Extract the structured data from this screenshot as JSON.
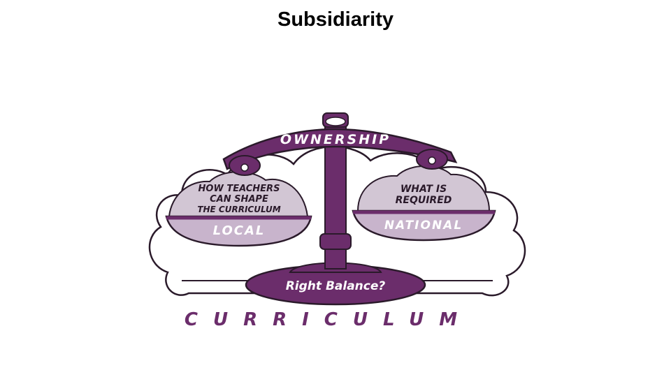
{
  "slide": {
    "title": "Subsidiarity"
  },
  "scale": {
    "beam_label": "OWNERSHIP",
    "left_pan": {
      "heap_line1": "HOW TEACHERS",
      "heap_line2": "CAN SHAPE",
      "heap_line3": "THE CURRICULUM",
      "pan_label": "LOCAL"
    },
    "right_pan": {
      "heap_line1": "WHAT IS",
      "heap_line2": "REQUIRED",
      "pan_label": "NATIONAL"
    },
    "base_label": "Right Balance?",
    "footer_label": "CURRICULUM"
  },
  "colors": {
    "purple": "#6b2d6b",
    "light_purple": "#c8b4cc",
    "heap": "#d2c6d4",
    "outline": "#2a1a2a"
  }
}
